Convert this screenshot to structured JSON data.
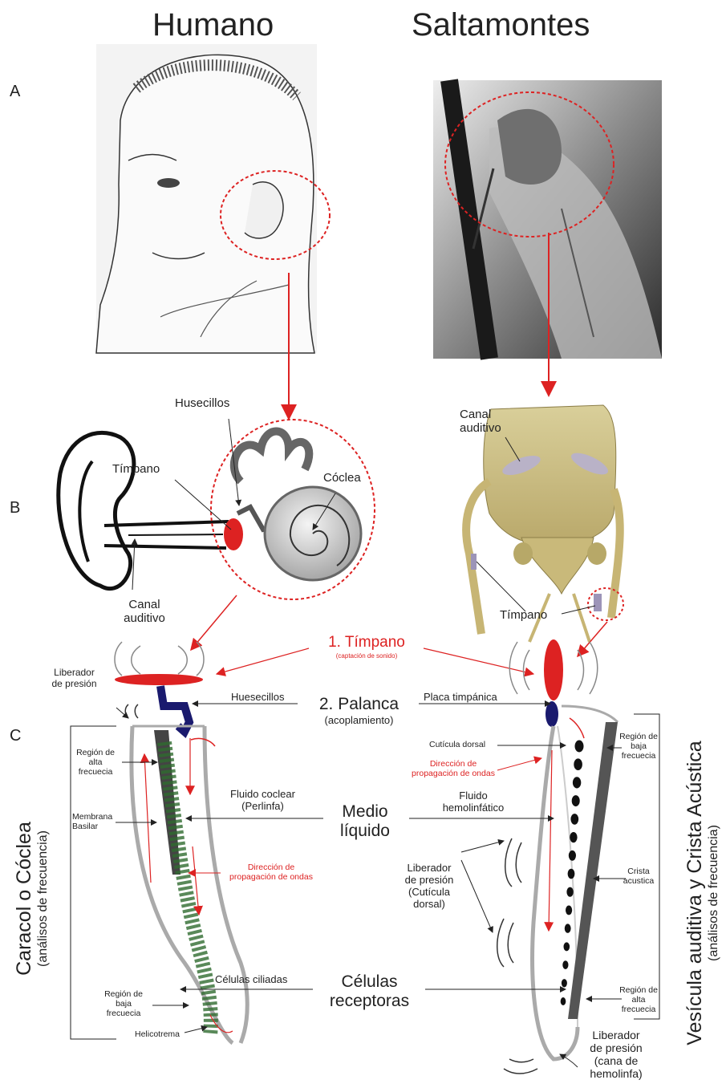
{
  "headers": {
    "human": "Humano",
    "grasshopper": "Saltamontes"
  },
  "panels": {
    "a": "A",
    "b": "B",
    "c": "C"
  },
  "ear_human": {
    "ossicles": "Husecillos",
    "eardrum": "Tímpano",
    "cochlea": "Cóclea",
    "canal_line1": "Canal",
    "canal_line2": "auditivo"
  },
  "ear_grasshopper": {
    "canal_line1": "Canal",
    "canal_line2": "auditivo",
    "eardrum": "Tímpano"
  },
  "center": {
    "tympanum": "1. Tímpano",
    "tympanum_sub": "(captación de sonido)",
    "lever": "2. Palanca",
    "lever_sub": "(acoplamiento)",
    "medium_line1": "Medio",
    "medium_line2": "líquido",
    "receptors_line1": "Células",
    "receptors_line2": "receptoras"
  },
  "human_detail": {
    "pressure_line1": "Liberador",
    "pressure_line2": "de presión",
    "ossicles": "Huesecillos",
    "high_freq": [
      "Región de",
      "alta",
      "frecuecia"
    ],
    "fluid_line1": "Fluido coclear",
    "fluid_line2": "(Perlinfa)",
    "membrane_line1": "Membrana",
    "membrane_line2": "Basilar",
    "wave_line1": "Dirección de",
    "wave_line2": "propagación de ondas",
    "hair_cells": "Células ciliadas",
    "low_freq": [
      "Región de",
      "baja",
      "frecuecia"
    ],
    "helicotrema": "Helicotrema",
    "side_title": "Caracol o Cóclea",
    "side_sub": "(análisos de frecuencia)"
  },
  "grasshopper_detail": {
    "plate": "Placa timpánica",
    "dorsal_cuticle": "Cutícula dorsal",
    "wave_line1": "Dirección de",
    "wave_line2": "propagación de ondas",
    "fluid_line1": "Fluido",
    "fluid_line2": "hemolinfático",
    "pressure": [
      "Liberador",
      "de presión",
      "(Cutícula",
      "dorsal)"
    ],
    "low_freq": [
      "Región de",
      "baja",
      "frecuecia"
    ],
    "crista": [
      "Crista",
      "acustica"
    ],
    "high_freq": [
      "Región de",
      "alta",
      "frecuecia"
    ],
    "pressure2": [
      "Liberador",
      "de presión",
      "(cana de",
      "hemolinfa)"
    ],
    "side_title": "Vesícula auditiva y Crista Acústica",
    "side_sub": "(análisos de frecuencia)"
  },
  "colors": {
    "red": "#dd2222",
    "navy": "#1a1a6e",
    "gray": "#aaaaaa",
    "dark": "#444444"
  }
}
